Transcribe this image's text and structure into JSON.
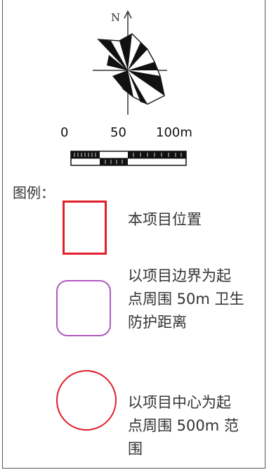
{
  "compass": {
    "north_label": "N",
    "icon": "compass-wind-rose-icon"
  },
  "scale": {
    "labels": [
      "0",
      "50",
      "100m"
    ]
  },
  "legend": {
    "title": "图例：",
    "items": [
      {
        "symbol": "red-rectangle",
        "color": "#e0202a",
        "lines": [
          "本项目位置"
        ]
      },
      {
        "symbol": "purple-rounded-square",
        "color": "#b05ac0",
        "lines": [
          "以项目边界为起",
          "点周围 50m 卫生",
          "防护距离"
        ]
      },
      {
        "symbol": "red-circle",
        "color": "#e0202a",
        "lines": [
          "以项目中心为起",
          "点周围 500m 范",
          "围"
        ]
      }
    ]
  }
}
